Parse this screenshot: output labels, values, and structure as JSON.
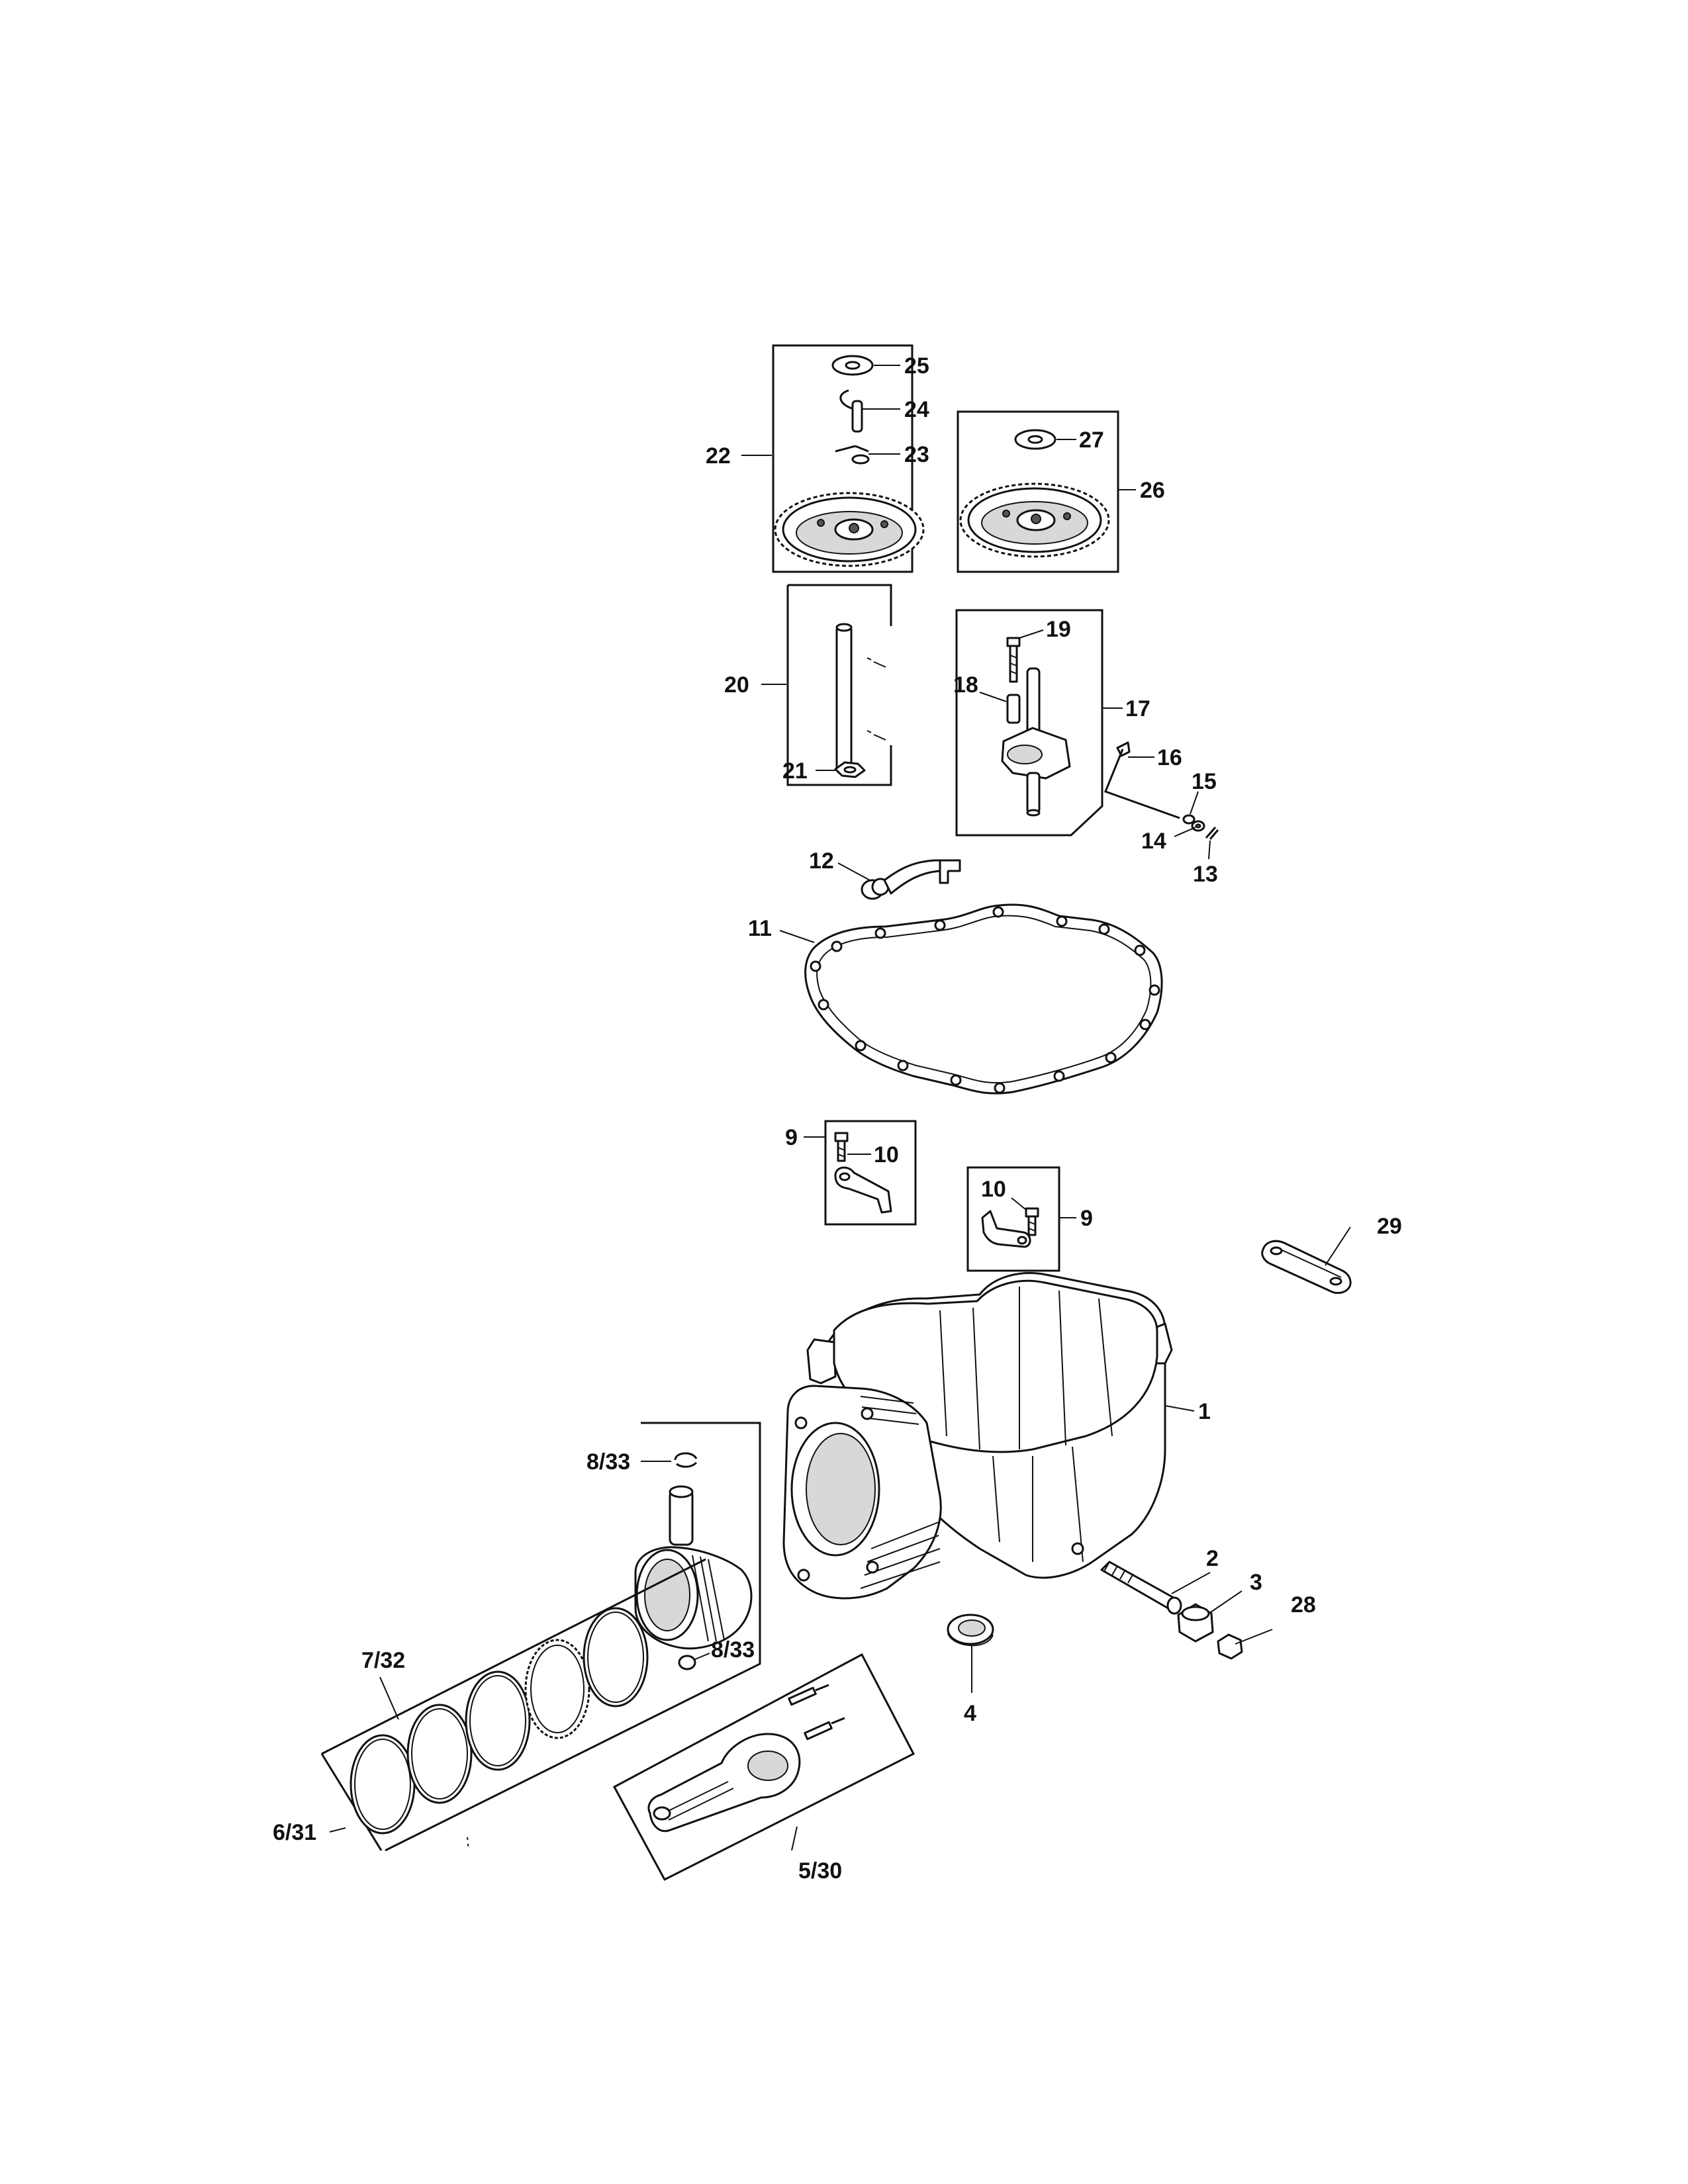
{
  "labels": {
    "p1": "1",
    "p2": "2",
    "p3": "3",
    "p4": "4",
    "p5_30": "5/30",
    "p6_31": "6/31",
    "p7_32": "7/32",
    "p8_33_top": "8/33",
    "p8_33_bottom": "8/33",
    "p9_left": "9",
    "p9_right": "9",
    "p10_left": "10",
    "p10_right": "10",
    "p11": "11",
    "p12": "12",
    "p13": "13",
    "p14": "14",
    "p15": "15",
    "p16": "16",
    "p17": "17",
    "p18": "18",
    "p19": "19",
    "p20": "20",
    "p21": "21",
    "p22": "22",
    "p23": "23",
    "p24": "24",
    "p25": "25",
    "p26": "26",
    "p27": "27",
    "p28": "28",
    "p29": "29"
  }
}
